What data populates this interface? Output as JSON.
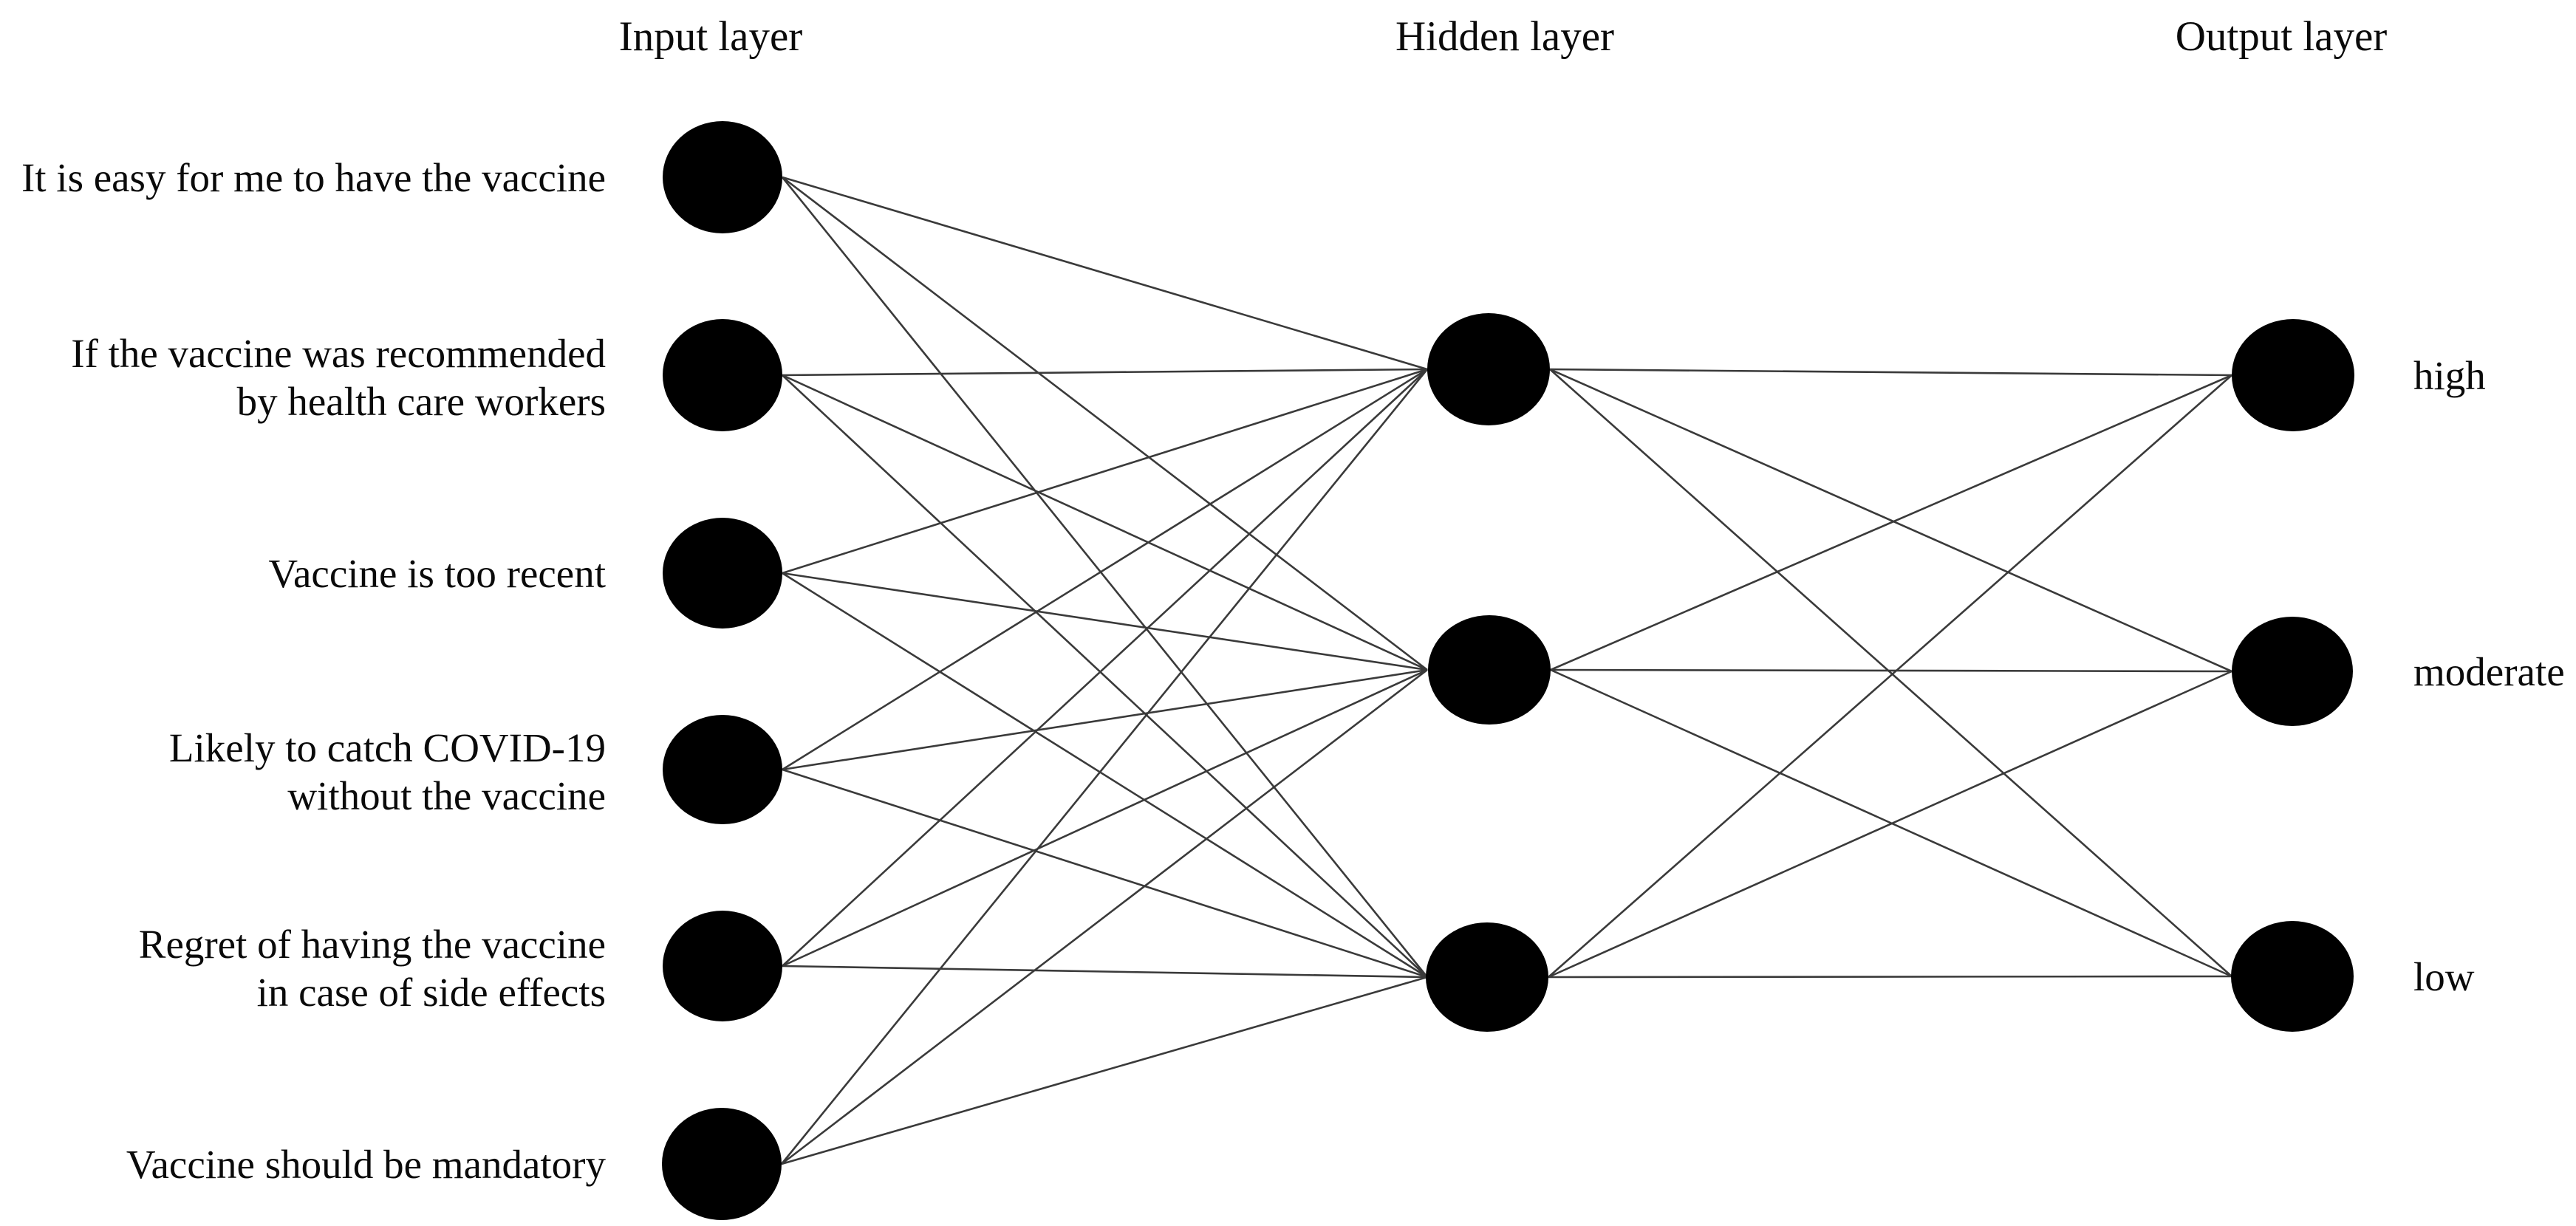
{
  "figure": {
    "description": "Feed-forward neural network diagram for COVID-19 vaccine acceptance",
    "background_color": "#ffffff",
    "node_color": "#000000",
    "edge_color": "#3a3a3a",
    "text_color": "#0a0a0a"
  },
  "input_layer": {
    "title": "Input layer",
    "nodes": [
      {
        "lines": [
          "It is easy for me to have the vaccine"
        ]
      },
      {
        "lines": [
          "If the vaccine was recommended",
          "by health care workers"
        ]
      },
      {
        "lines": [
          "Vaccine is too recent"
        ]
      },
      {
        "lines": [
          "Likely to catch COVID-19",
          "without the vaccine"
        ]
      },
      {
        "lines": [
          "Regret of having the vaccine",
          "in case of side effects"
        ]
      },
      {
        "lines": [
          "Vaccine should be mandatory"
        ]
      }
    ]
  },
  "hidden_layer": {
    "title": "Hidden layer",
    "node_count": 3
  },
  "output_layer": {
    "title": "Output layer",
    "nodes": [
      {
        "label": "high"
      },
      {
        "label": "moderate"
      },
      {
        "label": "low"
      }
    ]
  },
  "connections": {
    "input_to_hidden": "fully connected (6 inputs × 3 hidden)",
    "hidden_to_output": "fully connected (3 hidden × 3 outputs)"
  }
}
